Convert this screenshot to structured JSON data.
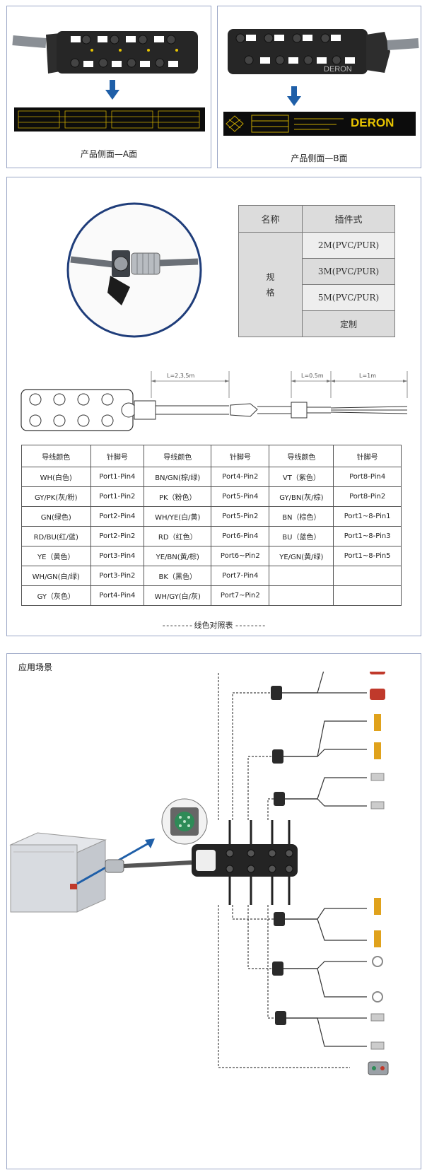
{
  "side_views": {
    "a_caption": "产品侧面—A面",
    "b_caption": "产品侧面—B面",
    "b_brand": "DERON"
  },
  "spec_table": {
    "col1_header": "名称",
    "col2_header": "插件式",
    "row_label": "规格",
    "options": [
      "2M(PVC/PUR)",
      "3M(PVC/PUR)",
      "5M(PVC/PUR)",
      "定制"
    ]
  },
  "dimensions": {
    "cable_length": "L=2,3,5m",
    "pigtail_length": "L=0.5m",
    "tail_length": "L=1m"
  },
  "wire_table": {
    "headers": [
      "导线颜色",
      "针脚号",
      "导线颜色",
      "针脚号",
      "导线颜色",
      "针脚号"
    ],
    "rows": [
      [
        "WH(白色)",
        "Port1-Pin4",
        "BN/GN(棕/绿)",
        "Port4-Pin2",
        "VT（紫色）",
        "Port8-Pin4"
      ],
      [
        "GY/PK(灰/粉)",
        "Port1-Pin2",
        "PK（粉色）",
        "Port5-Pin4",
        "GY/BN(灰/棕)",
        "Port8-Pin2"
      ],
      [
        "GN(绿色)",
        "Port2-Pin4",
        "WH/YE(白/黄)",
        "Port5-Pin2",
        "BN（棕色）",
        "Port1~8-Pin1"
      ],
      [
        "RD/BU(红/蓝)",
        "Port2-Pin2",
        "RD（红色）",
        "Port6-Pin4",
        "BU（蓝色）",
        "Port1~8-Pin3"
      ],
      [
        "YE（黄色）",
        "Port3-Pin4",
        "YE/BN(黄/棕)",
        "Port6~Pin2",
        "YE/GN(黄/绿)",
        "Port1~8-Pin5"
      ],
      [
        "WH/GN(白/绿)",
        "Port3-Pin2",
        "BK（黑色）",
        "Port7-Pin4",
        "",
        ""
      ],
      [
        "GY（灰色）",
        "Port4-Pin4",
        "WH/GY(白/灰)",
        "Port7~Pin2",
        "",
        ""
      ]
    ],
    "caption": "线色对照表"
  },
  "application": {
    "title": "应用场景"
  }
}
